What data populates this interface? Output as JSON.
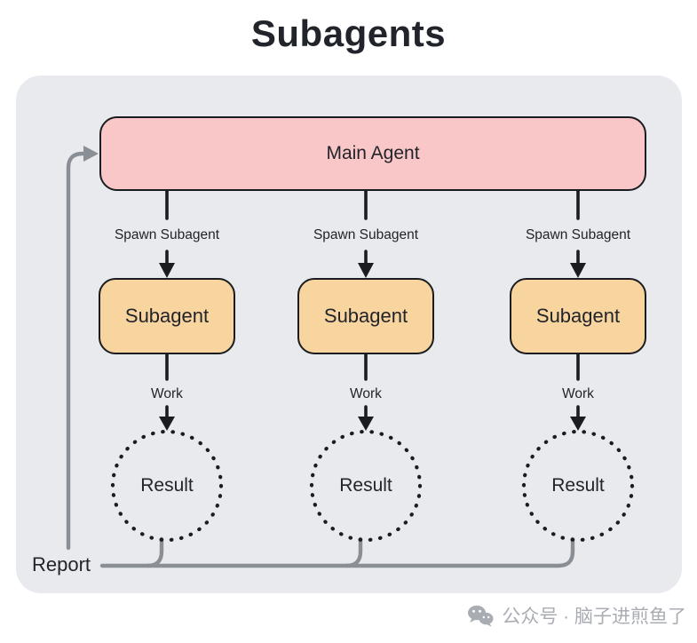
{
  "title": "Subagents",
  "main_agent": {
    "label": "Main Agent"
  },
  "columns": [
    {
      "spawn_label": "Spawn Subagent",
      "agent_label": "Subagent",
      "work_label": "Work",
      "result_label": "Result"
    },
    {
      "spawn_label": "Spawn Subagent",
      "agent_label": "Subagent",
      "work_label": "Work",
      "result_label": "Result"
    },
    {
      "spawn_label": "Spawn Subagent",
      "agent_label": "Subagent",
      "work_label": "Work",
      "result_label": "Result"
    }
  ],
  "report_label": "Report",
  "watermark": {
    "icon": "wechat-icon",
    "text": "公众号 · 脑子进煎鱼了"
  },
  "colors": {
    "page_bg": "#ffffff",
    "canvas_bg": "#e8eaed",
    "ink": "#1a1c21",
    "text_dark": "#22242b",
    "main_fill": "#f9c7c7",
    "sub_fill": "#f8d49e",
    "line_gray": "#8a8f96",
    "watermark_gray": "#a9adb3"
  }
}
